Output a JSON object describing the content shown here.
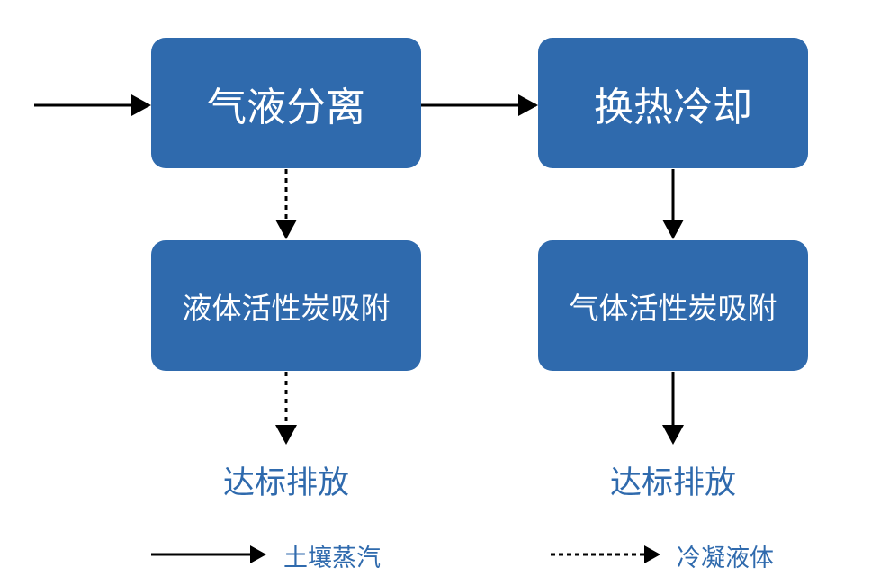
{
  "boxes": {
    "separation": "气液分离",
    "heat_exchange": "换热冷却",
    "liquid_carbon": "液体活性炭吸附",
    "gas_carbon": "气体活性炭吸附"
  },
  "outputs": {
    "left": "达标排放",
    "right": "达标排放"
  },
  "legend": {
    "solid": "土壤蒸汽",
    "dashed": "冷凝液体"
  },
  "colors": {
    "box_fill": "#2f6aad",
    "box_text": "#ffffff",
    "label_text": "#2f6aad",
    "arrow": "#000000"
  }
}
